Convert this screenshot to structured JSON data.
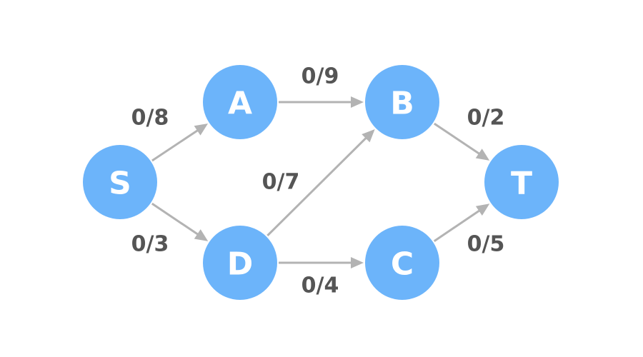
{
  "nodes": [
    {
      "id": "S",
      "label": "S"
    },
    {
      "id": "A",
      "label": "A"
    },
    {
      "id": "D",
      "label": "D"
    },
    {
      "id": "B",
      "label": "B"
    },
    {
      "id": "C",
      "label": "C"
    },
    {
      "id": "T",
      "label": "T"
    }
  ],
  "edges": [
    {
      "from": "S",
      "to": "A",
      "label": "0/8"
    },
    {
      "from": "S",
      "to": "D",
      "label": "0/3"
    },
    {
      "from": "A",
      "to": "B",
      "label": "0/9"
    },
    {
      "from": "D",
      "to": "B",
      "label": "0/7"
    },
    {
      "from": "D",
      "to": "C",
      "label": "0/4"
    },
    {
      "from": "B",
      "to": "T",
      "label": "0/2"
    },
    {
      "from": "C",
      "to": "T",
      "label": "0/5"
    }
  ],
  "colors": {
    "node_fill": "#6cb4fa",
    "node_text": "#ffffff",
    "edge": "#b3b3b3",
    "edge_label": "#555555"
  }
}
